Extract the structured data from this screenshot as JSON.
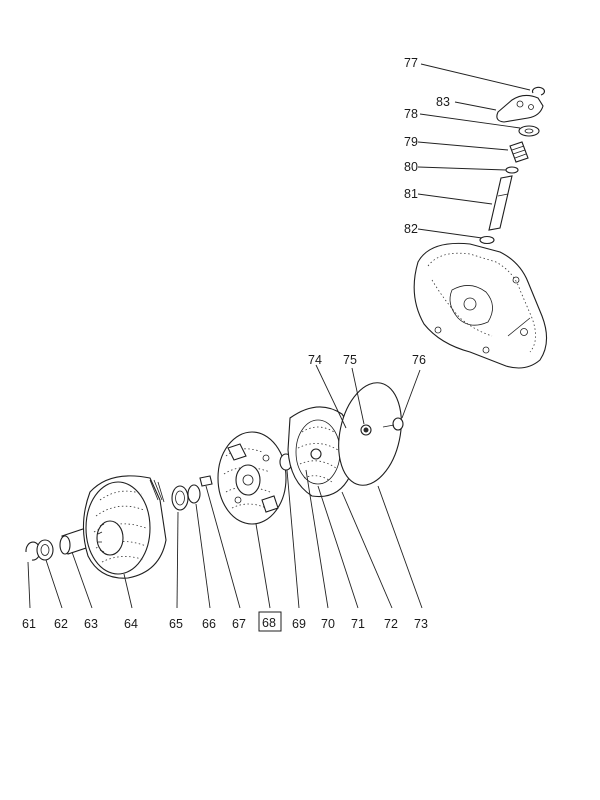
{
  "parts": {
    "p61": "61",
    "p62": "62",
    "p63": "63",
    "p64": "64",
    "p65": "65",
    "p66": "66",
    "p67": "67",
    "p68": "68",
    "p69": "69",
    "p70": "70",
    "p71": "71",
    "p72": "72",
    "p73": "73",
    "p74": "74",
    "p75": "75",
    "p76": "76",
    "p77": "77",
    "p78": "78",
    "p79": "79",
    "p80": "80",
    "p81": "81",
    "p82": "82",
    "p83": "83"
  },
  "highlighted_part": "68",
  "colors": {
    "ink": "#1f1f1f",
    "paper": "#ffffff"
  }
}
